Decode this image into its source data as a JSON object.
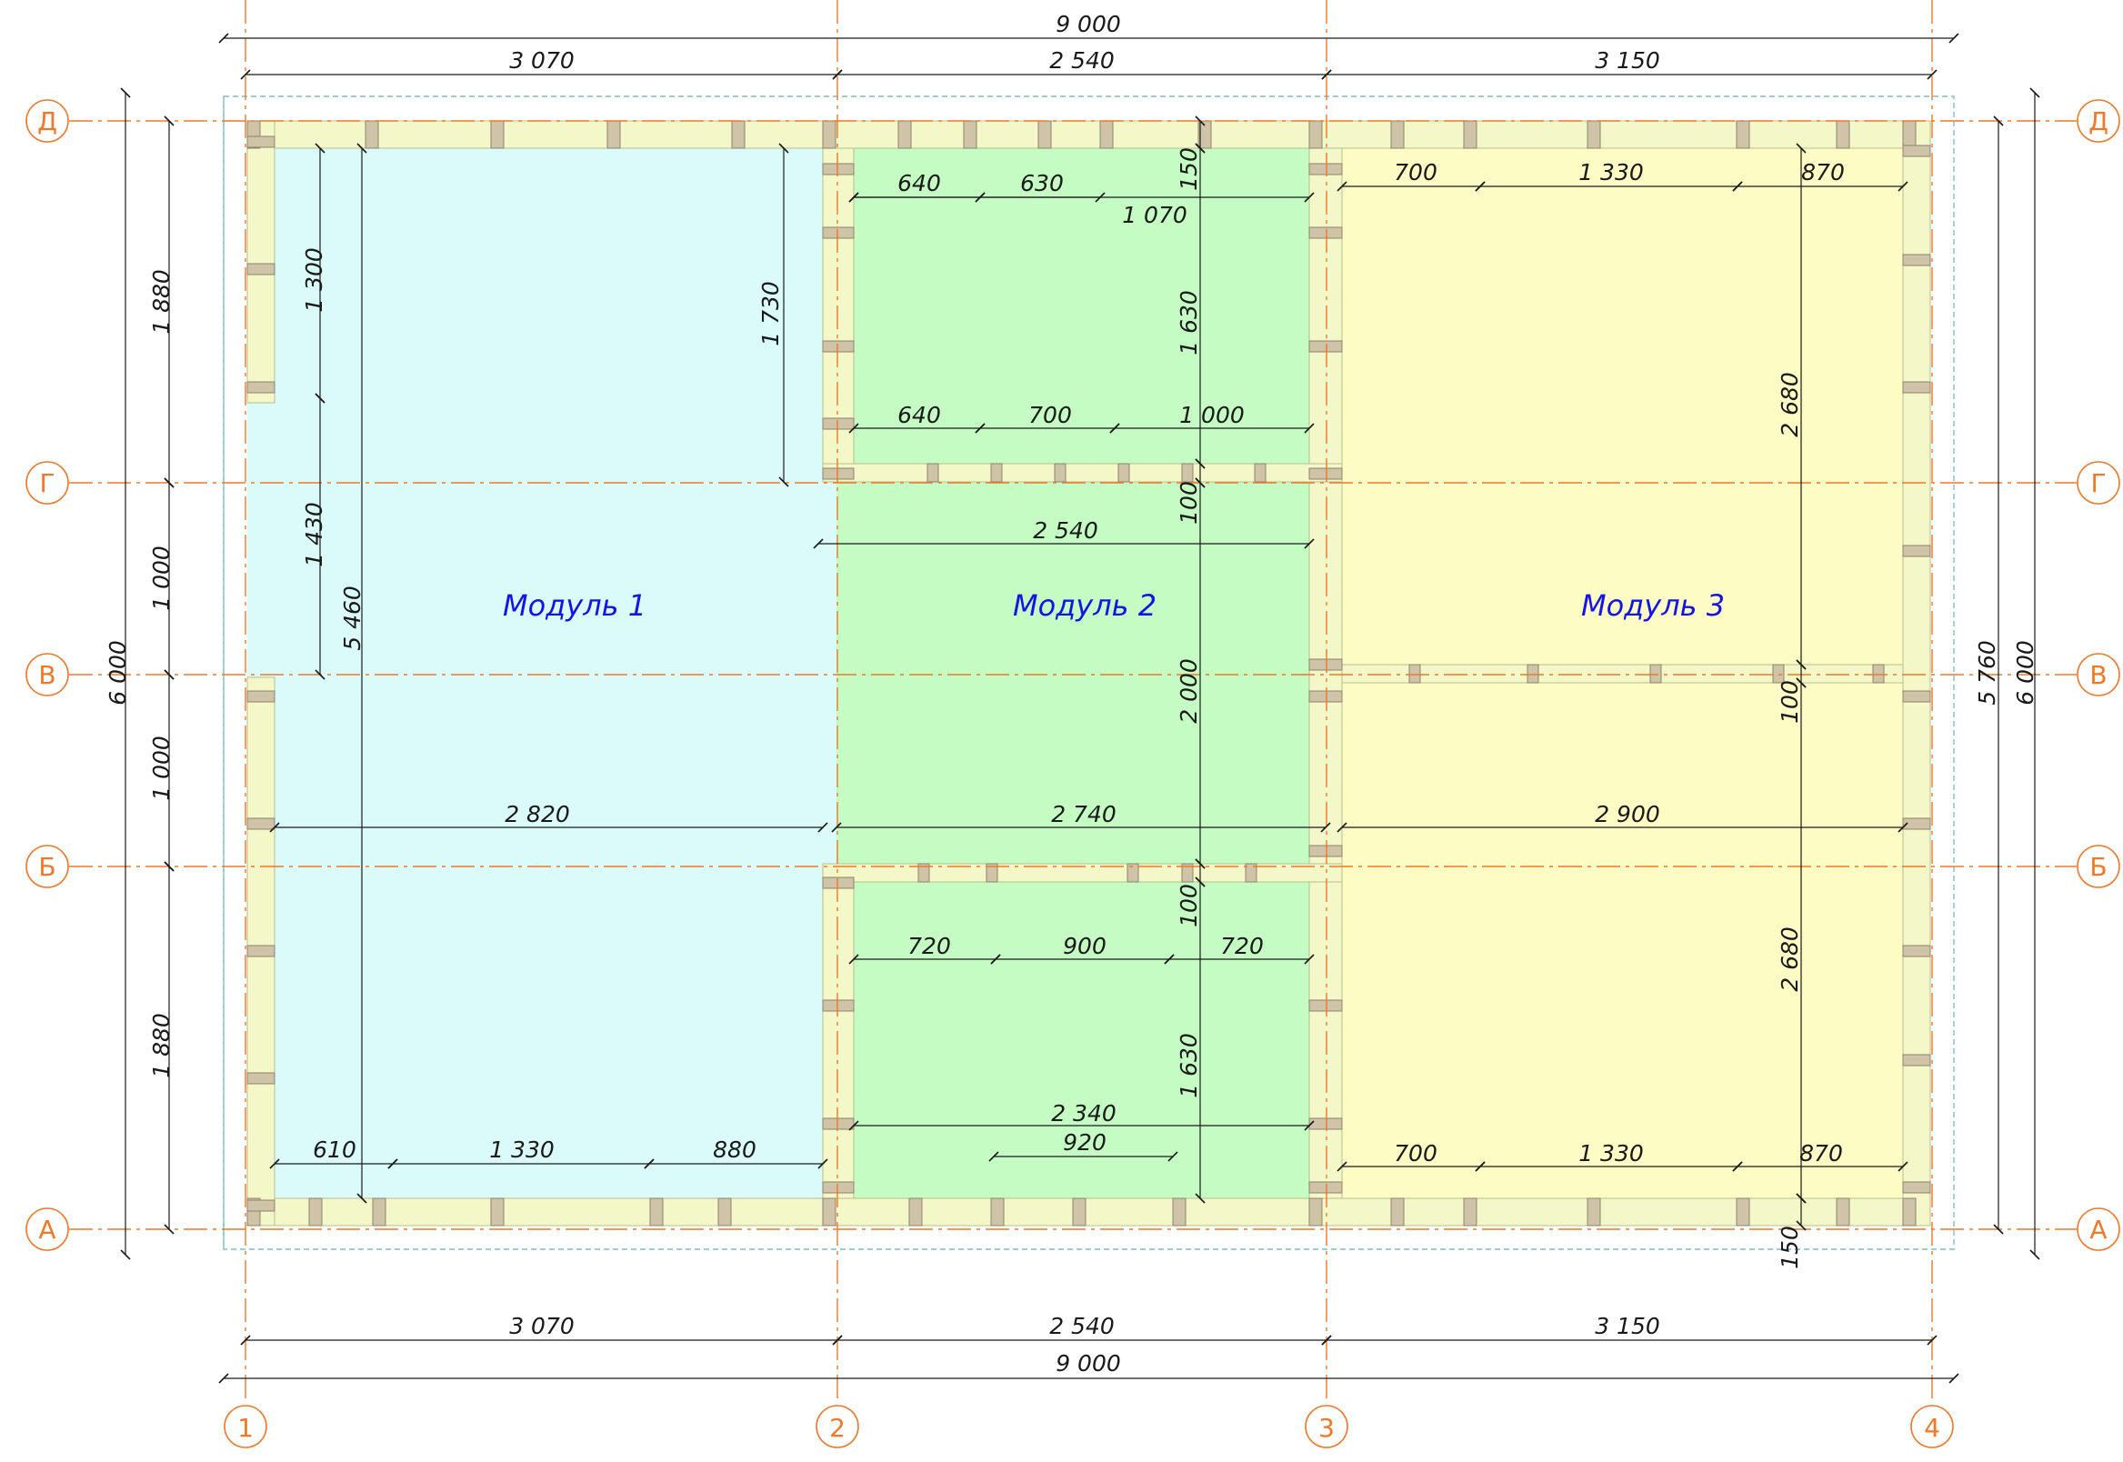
{
  "axes": {
    "vertical": [
      "1",
      "2",
      "3",
      "4"
    ],
    "horizontal": [
      "Д",
      "Г",
      "В",
      "Б",
      "А"
    ]
  },
  "modules": [
    {
      "label": "Модуль 1",
      "fill": "#dbfbfb"
    },
    {
      "label": "Модуль 2",
      "fill": "#c4fcc4"
    },
    {
      "label": "Модуль 3",
      "fill": "#fcfcc4"
    }
  ],
  "dimensions": {
    "top_total": "9 000",
    "top_parts": [
      "3 070",
      "2 540",
      "3 150"
    ],
    "bottom_total": "9 000",
    "bottom_parts": [
      "3 070",
      "2 540",
      "3 150"
    ],
    "left_parts": [
      "1 880",
      "1 000",
      "1 000",
      "1 880"
    ],
    "left_total": "6 000",
    "right_inner": "5 760",
    "right_total": "6 000",
    "m1_left_upper": "1 300",
    "m1_left_lower": "1 430",
    "m1_height": "5 460",
    "m1_1730": "1 730",
    "m1_width": "2 820",
    "m1_bottom": [
      "610",
      "1 330",
      "880"
    ],
    "m2_top_row": [
      "640",
      "630"
    ],
    "m2_top_1070": "1 070",
    "m2_150_top": "150",
    "m2_upper_h": "1 630",
    "m2_mid_row": [
      "640",
      "700",
      "1 000"
    ],
    "m2_100_upper": "100",
    "m2_width": "2 540",
    "m2_2000": "2 000",
    "m2_2740": "2 740",
    "m2_100_lower": "100",
    "m2_low_row": [
      "720",
      "900",
      "720"
    ],
    "m2_lower_h": "1 630",
    "m2_2340": "2 340",
    "m2_920": "920",
    "m3_top_row": [
      "700",
      "1 330",
      "870"
    ],
    "m3_upper_h": "2 680",
    "m3_100": "100",
    "m3_width": "2 900",
    "m3_lower_h": "2 680",
    "m3_bottom_row": [
      "700",
      "1 330",
      "870"
    ],
    "m3_150_bottom": "150"
  },
  "colors": {
    "axis": "#f07828",
    "wall": "#f4f8c8",
    "post": "#cfc3a8",
    "dim": "#1a1a1a",
    "module_text": "#1414e6",
    "outline": "#7fbfbf"
  }
}
